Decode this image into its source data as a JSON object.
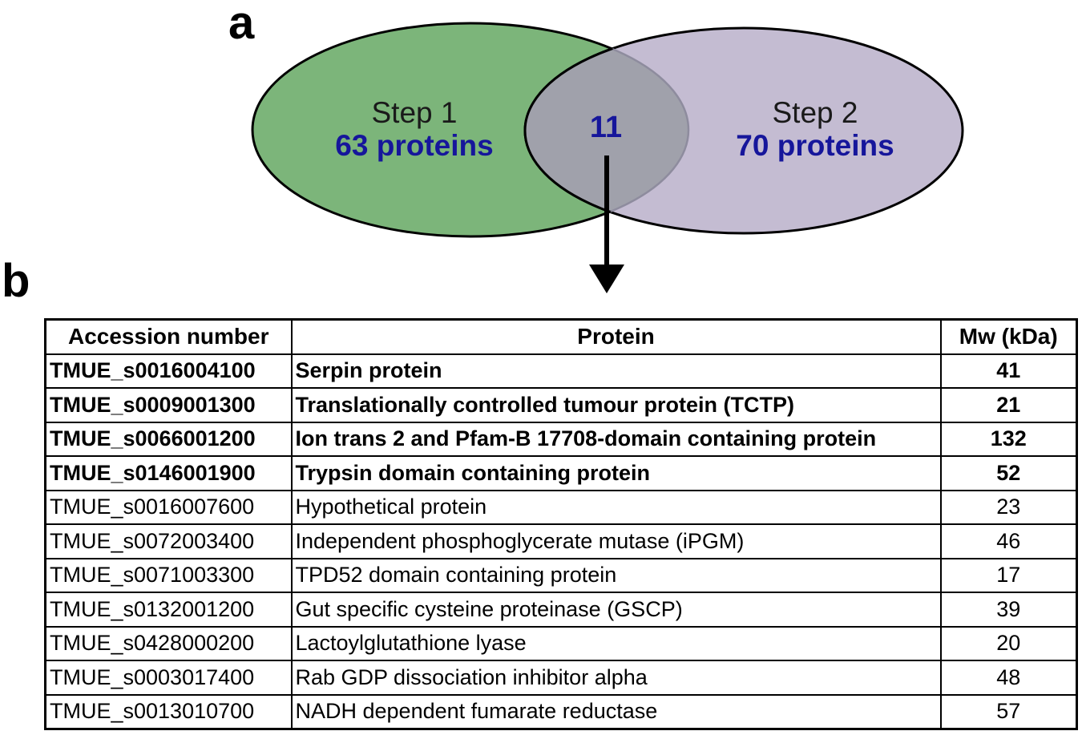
{
  "figure": {
    "panel_a_label": "a",
    "panel_b_label": "b"
  },
  "venn": {
    "left_title": "Step 1",
    "left_count": "63 proteins",
    "right_title": "Step 2",
    "right_count": "70 proteins",
    "overlap_count": "11",
    "left_fill": "#7cb57a",
    "right_fill": "#c4bcd2",
    "overlap_fill": "#a0a1ab",
    "outline_color": "#000000",
    "count_text_color": "#16169b"
  },
  "table": {
    "headers": {
      "accession": "Accession number",
      "protein": "Protein",
      "mw": "Mw (kDa)"
    },
    "rows": [
      {
        "accession": "TMUE_s0016004100",
        "protein": "Serpin protein",
        "mw": "41"
      },
      {
        "accession": "TMUE_s0009001300",
        "protein": "Translationally controlled tumour protein (TCTP)",
        "mw": "21"
      },
      {
        "accession": "TMUE_s0066001200",
        "protein": "Ion trans 2 and Pfam-B 17708-domain containing protein",
        "mw": "132"
      },
      {
        "accession": "TMUE_s0146001900",
        "protein": "Trypsin domain containing protein",
        "mw": "52"
      },
      {
        "accession": "TMUE_s0016007600",
        "protein": "Hypothetical protein",
        "mw": "23"
      },
      {
        "accession": "TMUE_s0072003400",
        "protein": "Independent phosphoglycerate mutase (iPGM)",
        "mw": "46"
      },
      {
        "accession": "TMUE_s0071003300",
        "protein": "TPD52 domain containing protein",
        "mw": "17"
      },
      {
        "accession": "TMUE_s0132001200",
        "protein": "Gut specific cysteine proteinase (GSCP)",
        "mw": "39"
      },
      {
        "accession": "TMUE_s0428000200",
        "protein": "Lactoylglutathione lyase",
        "mw": "20"
      },
      {
        "accession": "TMUE_s0003017400",
        "protein": "Rab GDP dissociation inhibitor alpha",
        "mw": "48"
      },
      {
        "accession": "TMUE_s0013010700",
        "protein": "NADH dependent fumarate reductase",
        "mw": "57"
      }
    ]
  }
}
